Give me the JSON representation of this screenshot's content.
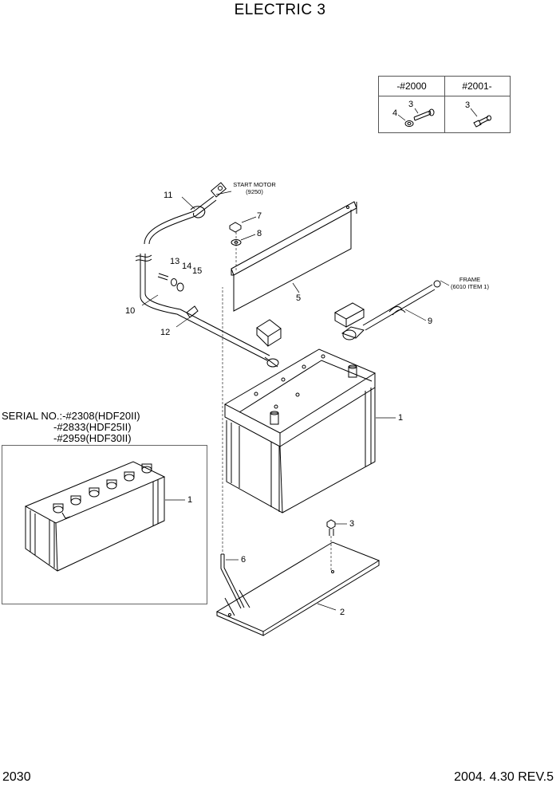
{
  "title": "ELECTRIC 3",
  "page_number": "2030",
  "revision": "2004. 4.30 REV.5",
  "version_table": {
    "col1_header": "-#2000",
    "col2_header": "#2001-",
    "col1_parts": [
      "3",
      "4"
    ],
    "col2_parts": [
      "3"
    ]
  },
  "serial_note": {
    "line1": "SERIAL NO.:-#2308(HDF20II)",
    "line2": "-#2833(HDF25II)",
    "line3": "-#2959(HDF30II)"
  },
  "inset_part": "1",
  "annotations": {
    "start_motor": "START MOTOR",
    "start_motor_ref": "(9250)",
    "frame": "FRAME",
    "frame_ref": "(6010 ITEM 1)"
  },
  "part_labels": {
    "p1": "1",
    "p2": "2",
    "p3": "3",
    "p5": "5",
    "p6": "6",
    "p7": "7",
    "p8": "8",
    "p9": "9",
    "p10": "10",
    "p11": "11",
    "p12": "12",
    "p13": "13",
    "p14": "14",
    "p15": "15"
  }
}
